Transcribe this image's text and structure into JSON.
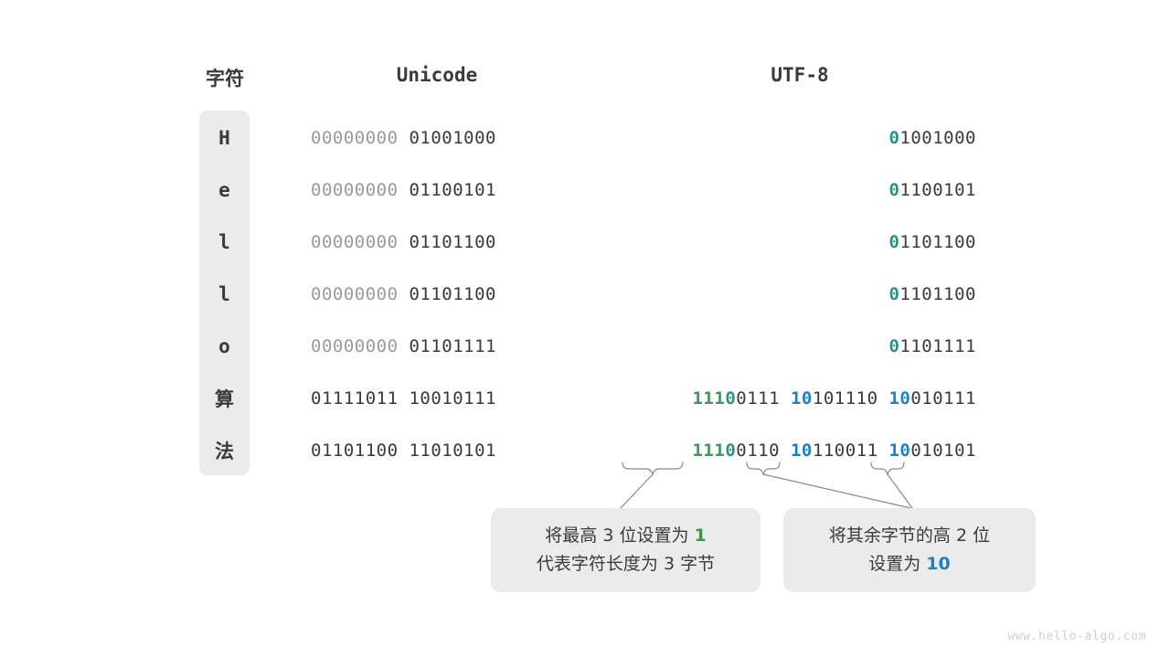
{
  "headers": {
    "character": "字符",
    "unicode": "Unicode",
    "utf8": "UTF-8"
  },
  "rows": [
    {
      "char": "H",
      "unicode_hi": "00000000",
      "unicode_lo": "01001000",
      "utf8_bytes": [
        {
          "prefix": "0",
          "prefix_color": "teal",
          "rest": "1001000"
        }
      ]
    },
    {
      "char": "e",
      "unicode_hi": "00000000",
      "unicode_lo": "01100101",
      "utf8_bytes": [
        {
          "prefix": "0",
          "prefix_color": "teal",
          "rest": "1100101"
        }
      ]
    },
    {
      "char": "l",
      "unicode_hi": "00000000",
      "unicode_lo": "01101100",
      "utf8_bytes": [
        {
          "prefix": "0",
          "prefix_color": "teal",
          "rest": "1101100"
        }
      ]
    },
    {
      "char": "l",
      "unicode_hi": "00000000",
      "unicode_lo": "01101100",
      "utf8_bytes": [
        {
          "prefix": "0",
          "prefix_color": "teal",
          "rest": "1101100"
        }
      ]
    },
    {
      "char": "o",
      "unicode_hi": "00000000",
      "unicode_lo": "01101111",
      "utf8_bytes": [
        {
          "prefix": "0",
          "prefix_color": "teal",
          "rest": "1101111"
        }
      ]
    },
    {
      "char": "算",
      "unicode_hi": "01111011",
      "unicode_lo": "10010111",
      "utf8_bytes": [
        {
          "prefix": "111",
          "prefix_color": "green",
          "prefix2": "0",
          "prefix2_color": "teal",
          "rest": "0111"
        },
        {
          "prefix": "10",
          "prefix_color": "blue",
          "rest": "101110"
        },
        {
          "prefix": "10",
          "prefix_color": "blue",
          "rest": "010111"
        }
      ]
    },
    {
      "char": "法",
      "unicode_hi": "01101100",
      "unicode_lo": "11010101",
      "utf8_bytes": [
        {
          "prefix": "111",
          "prefix_color": "green",
          "prefix2": "0",
          "prefix2_color": "teal",
          "rest": "0110"
        },
        {
          "prefix": "10",
          "prefix_color": "blue",
          "rest": "110011"
        },
        {
          "prefix": "10",
          "prefix_color": "blue",
          "rest": "010101"
        }
      ]
    }
  ],
  "notes": {
    "note1_line1_a": "将最高 ",
    "note1_line1_num": "3",
    "note1_line1_b": " 位设置为 ",
    "note1_line1_hl": "1",
    "note1_line2": "代表字符长度为 3 字节",
    "note2_line1": "将其余字节的高 2 位",
    "note2_line2_a": "设置为 ",
    "note2_line2_hl": "10"
  },
  "watermark": "www.hello-algo.com",
  "colors": {
    "green": "#45915f",
    "teal": "#2a9187",
    "blue": "#1f7fc4",
    "note_green": "#2f9e44",
    "box_bg": "#ebebeb",
    "text": "#3a3a3a",
    "dim": "#9a9a9a"
  }
}
